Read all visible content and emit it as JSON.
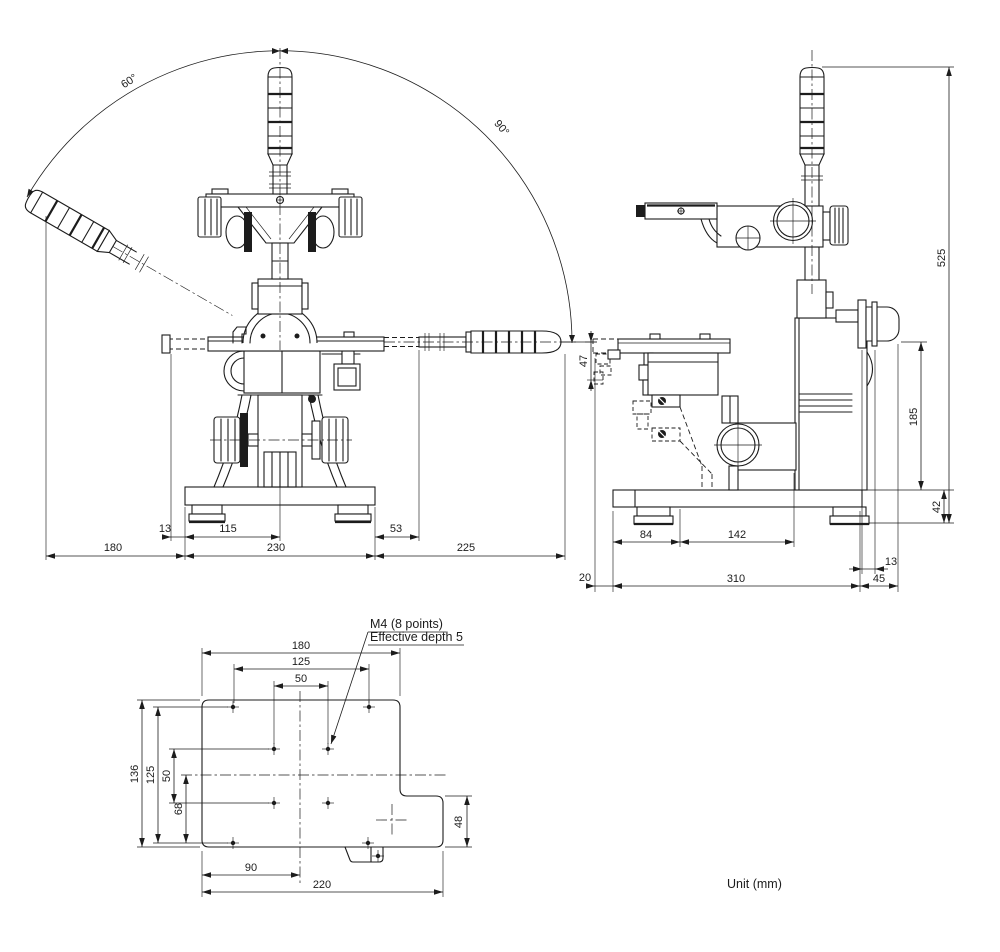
{
  "unit_label": "Unit (mm)",
  "front_view": {
    "angle_60": "60°",
    "angle_90": "90°",
    "dims": {
      "d13": "13",
      "d115": "115",
      "d53": "53",
      "d180": "180",
      "d230": "230",
      "d225": "225"
    }
  },
  "side_view": {
    "dims": {
      "d47": "47",
      "d84": "84",
      "d142": "142",
      "d13": "13",
      "d20": "20",
      "d310": "310",
      "d45": "45",
      "d42": "42",
      "d185": "185",
      "d525": "525"
    }
  },
  "bottom_view": {
    "callout": {
      "line1": "M4 (8 points)",
      "line2": "Effective depth 5"
    },
    "dims": {
      "d180": "180",
      "d125h": "125",
      "d50h": "50",
      "d136": "136",
      "d125v": "125",
      "d50v": "50",
      "d68": "68",
      "d90": "90",
      "d220": "220",
      "d48": "48"
    }
  }
}
